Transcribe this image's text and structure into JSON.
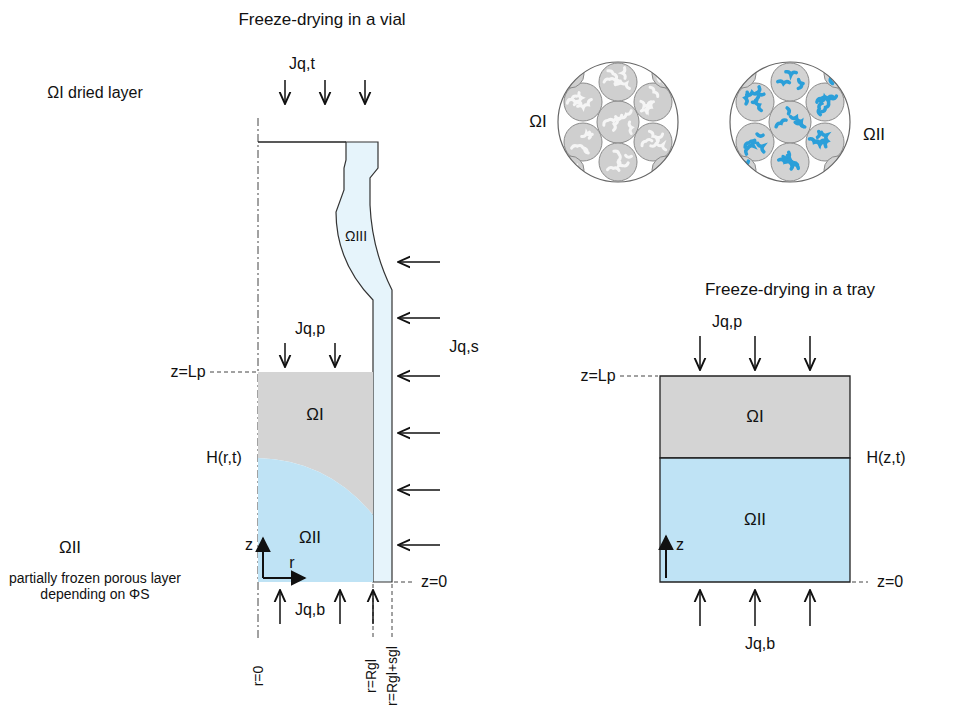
{
  "diagram": {
    "nodes": [
      {
        "text": [
          "ΩI"
        ]
      },
      {
        "text": [
          "ΩII"
        ]
      },
      {
        "text": [
          "ΩI"
        ]
      },
      {
        "text": [
          "ΩII"
        ]
      }
    ],
    "labels": [
      "Freeze-drying in a vial",
      "ΩI dried layer",
      "Jq,t",
      "ΩIII",
      "Jq,p",
      "Jq,s",
      "z=Lp",
      "H(r,t)",
      "ΩII",
      "partially frozen porous layer depending on ΦS",
      "z",
      "r",
      "z=0",
      "Jq,b",
      "r=0",
      "r=Rgl",
      "r=Rgl+sgl",
      "ΩI",
      "ΩII",
      "Freeze-drying in a tray",
      "Jq,p",
      "z=Lp",
      "H(z,t)",
      "z",
      "z=0",
      "Jq,b"
    ]
  }
}
